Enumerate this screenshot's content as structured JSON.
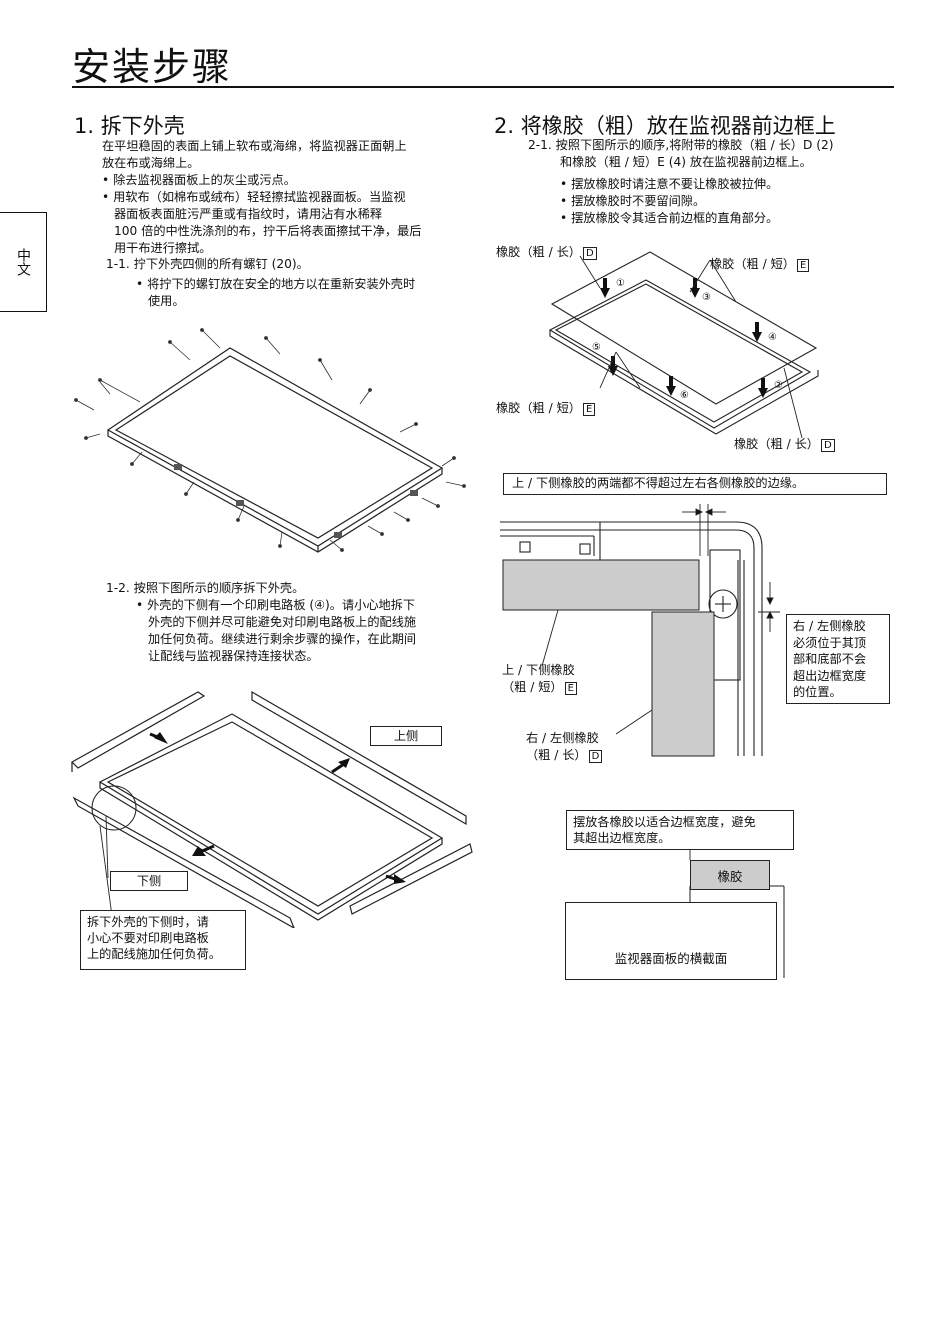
{
  "page": {
    "title": "安装步骤",
    "side_tab": "中文"
  },
  "section1": {
    "heading": "1. 拆下外壳",
    "intro": [
      "在平坦稳固的表面上铺上软布或海绵，将监视器正面朝上",
      "放在布或海绵上。"
    ],
    "bullets": [
      [
        "• 除去监视器面板上的灰尘或污点。"
      ],
      [
        "• 用软布（如棉布或绒布）轻轻擦拭监视器面板。当监视",
        "  器面板表面脏污严重或有指纹时，请用沾有水稀释",
        "  100 倍的中性洗涤剂的布，拧干后将表面擦拭干净，最后",
        "  用干布进行擦拭。"
      ]
    ],
    "step1": "1-1. 拧下外壳四侧的所有螺钉 (20)。",
    "step1_note": [
      "• 将拧下的螺钉放在安全的地方以在重新安装外壳时",
      "  使用。"
    ],
    "step2": "1-2. 按照下图所示的顺序拆下外壳。",
    "step2_note": [
      "• 外壳的下侧有一个印刷电路板 (④)。请小心地拆下",
      "  外壳的下侧并尽可能避免对印刷电路板上的配线施",
      "  加任何负荷。继续进行剩余步骤的操作，在此期间",
      "  让配线与监视器保持连接状态。"
    ],
    "label_top": "上侧",
    "label_bottom": "下侧",
    "caution": [
      "拆下外壳的下侧时，请",
      "小心不要对印刷电路板",
      "上的配线施加任何负荷。"
    ]
  },
  "section2": {
    "heading": "2. 将橡胶（粗）放在监视器前边框上",
    "step1": [
      "2-1. 按照下图所示的顺序,将附带的橡胶（粗 / 长）D (2)",
      "     和橡胶（粗 / 短）E (4) 放在监视器前边框上。"
    ],
    "notes": [
      "• 摆放橡胶时请注意不要让橡胶被拉伸。",
      "• 摆放橡胶时不要留间隙。",
      "• 摆放橡胶令其适合前边框的直角部分。"
    ],
    "labels": {
      "long_top": "橡胶（粗 / 长）",
      "short_top": "橡胶（粗 / 短）",
      "short_left": "橡胶（粗 / 短）",
      "long_bottom": "橡胶（粗 / 长）",
      "code_d": "D",
      "code_e": "E"
    },
    "numbers": [
      "①",
      "②",
      "③",
      "④",
      "⑤",
      "⑥"
    ],
    "edge_note": "上 / 下侧橡胶的两端都不得超过左右各侧橡胶的边缘。",
    "side_note": [
      "右 / 左侧橡胶",
      "必须位于其顶",
      "部和底部不会",
      "超出边框宽度",
      "的位置。"
    ],
    "tb_rubber": [
      "上 / 下侧橡胶",
      "（粗 / 短）"
    ],
    "rl_rubber": [
      "右 / 左侧橡胶",
      "（粗 / 长）"
    ],
    "width_note": [
      "摆放各橡胶以适合边框宽度，避免",
      "其超出边框宽度。"
    ],
    "rubber_label": "橡胶",
    "panel_label": "监视器面板的横截面"
  }
}
